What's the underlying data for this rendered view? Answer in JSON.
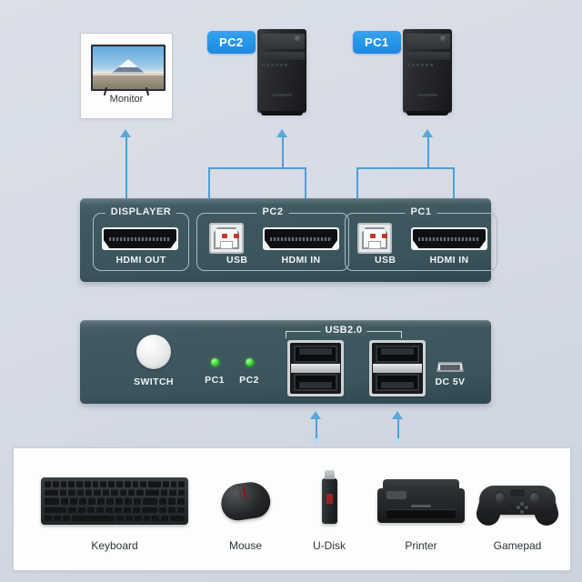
{
  "devices": {
    "monitor": {
      "label": "Monitor"
    },
    "pc2": {
      "label": "PC2"
    },
    "pc1": {
      "label": "PC1"
    }
  },
  "back_panel": {
    "groups": [
      {
        "title": "DISPLAYER",
        "ports": [
          {
            "label": "HDMI OUT",
            "type": "hdmi"
          }
        ]
      },
      {
        "title": "PC2",
        "ports": [
          {
            "label": "USB",
            "type": "usb-b"
          },
          {
            "label": "HDMI IN",
            "type": "hdmi"
          }
        ]
      },
      {
        "title": "PC1",
        "ports": [
          {
            "label": "USB",
            "type": "usb-b"
          },
          {
            "label": "HDMI IN",
            "type": "hdmi"
          }
        ]
      }
    ]
  },
  "front_panel": {
    "switch_label": "SWITCH",
    "led1_label": "PC1",
    "led2_label": "PC2",
    "usb_group_label": "USB2.0",
    "power_label": "DC 5V",
    "led_color": "#35d42a",
    "accent_color": "#4e9fd6"
  },
  "peripherals": {
    "items": [
      {
        "label": "Keyboard",
        "icon": "keyboard-icon"
      },
      {
        "label": "Mouse",
        "icon": "mouse-icon"
      },
      {
        "label": "U-Disk",
        "icon": "usb-flash-drive-icon"
      },
      {
        "label": "Printer",
        "icon": "printer-icon"
      },
      {
        "label": "Gamepad",
        "icon": "gamepad-icon"
      }
    ]
  }
}
